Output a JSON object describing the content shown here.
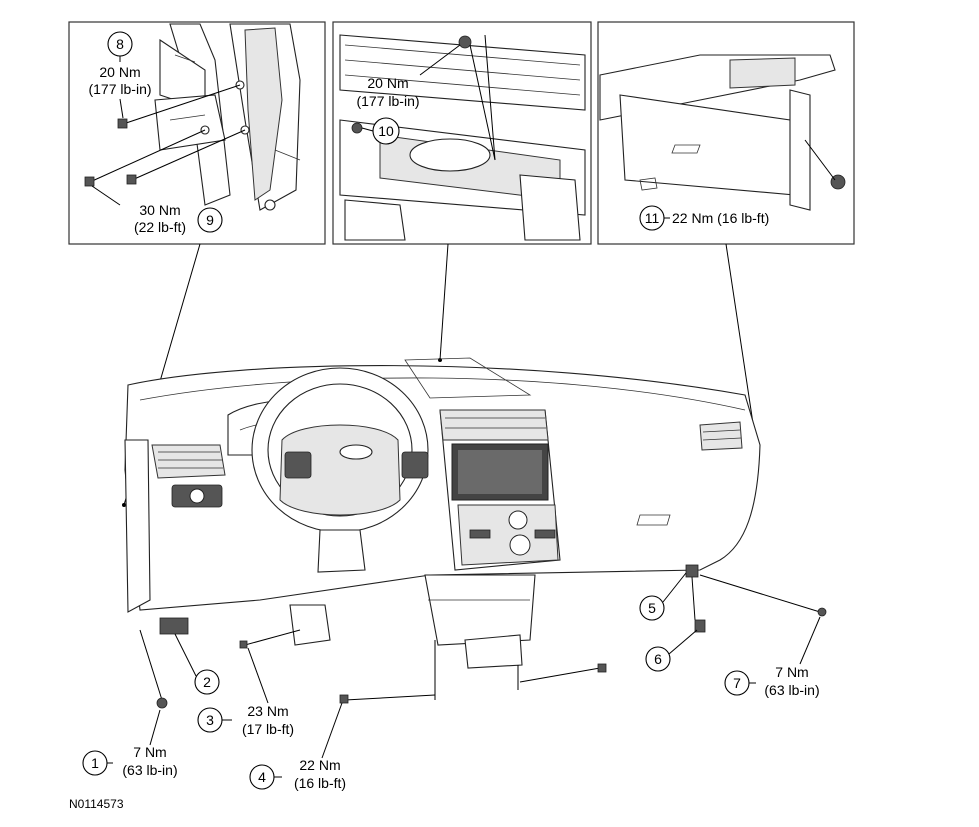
{
  "figure_id": "N0114573",
  "callouts": [
    {
      "num": "1",
      "torque": "7 Nm",
      "alt": "(63 lb-in)"
    },
    {
      "num": "2"
    },
    {
      "num": "3",
      "torque": "23 Nm",
      "alt": "(17 lb-ft)"
    },
    {
      "num": "4",
      "torque": "22 Nm",
      "alt": "(16 lb-ft)"
    },
    {
      "num": "5"
    },
    {
      "num": "6"
    },
    {
      "num": "7",
      "torque": "7 Nm",
      "alt": "(63 lb-in)"
    },
    {
      "num": "8",
      "torque": "20 Nm",
      "alt": "(177 lb-in)"
    },
    {
      "num": "9",
      "torque": "30 Nm",
      "alt": "(22 lb-ft)"
    },
    {
      "num": "10",
      "torque": "20 Nm",
      "alt": "(177 lb-in)"
    },
    {
      "num": "11",
      "torque": "22 Nm (16 lb-ft)"
    }
  ]
}
